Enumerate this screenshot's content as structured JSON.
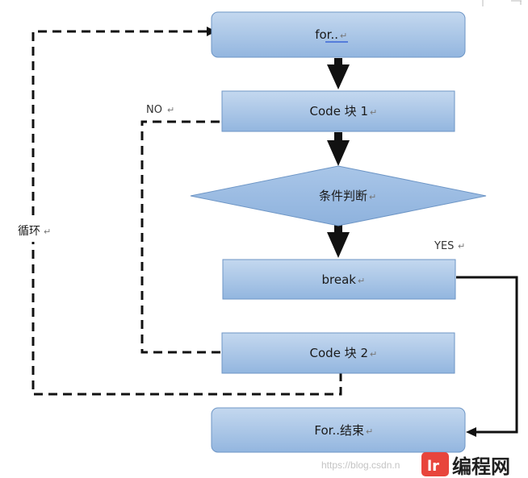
{
  "nodes": {
    "for_start": "for..",
    "code_block_1": "Code 块 1",
    "condition": "条件判断",
    "break": "break",
    "code_block_2": "Code 块 2",
    "for_end": "For..结束"
  },
  "labels": {
    "no": "NO",
    "yes": "YES",
    "loop": "循环"
  },
  "paragraph_mark": "↵",
  "watermark": {
    "url": "https://blog.csdn.n",
    "brand": "编程网"
  },
  "colors": {
    "box_top": "#c4d8ef",
    "box_bottom": "#93b6df",
    "box_border": "#6e96c6",
    "arrow": "#111111",
    "spellcheck_underline": "#3b66d6"
  }
}
